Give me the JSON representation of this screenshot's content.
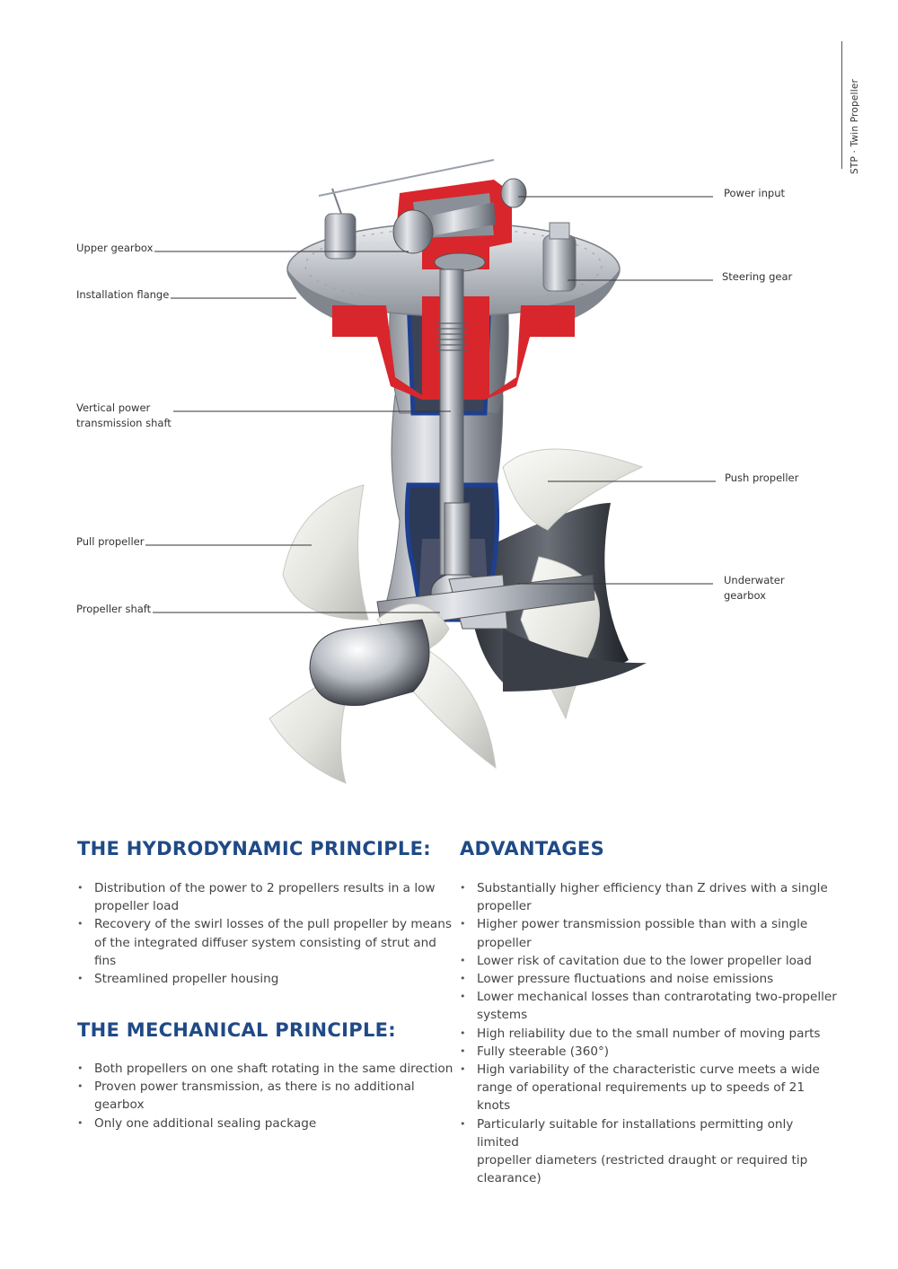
{
  "side_tab": "STP · Twin Propeller",
  "callouts": {
    "power_input": "Power input",
    "steering_gear": "Steering gear",
    "upper_gearbox": "Upper gearbox",
    "installation_flange": "Installation flange",
    "vertical_shaft_1": "Vertical power",
    "vertical_shaft_2": "transmission shaft",
    "push_propeller": "Push propeller",
    "pull_propeller": "Pull propeller",
    "underwater_gearbox_1": "Underwater",
    "underwater_gearbox_2": "gearbox",
    "propeller_shaft": "Propeller shaft"
  },
  "hydrodynamic": {
    "title": "THE HYDRODYNAMIC PRINCIPLE:",
    "items": [
      [
        "Distribution of the power to 2 propellers results in a low",
        "propeller load"
      ],
      [
        "Recovery of the swirl losses of the pull propeller by means",
        "of the integrated diffuser system consisting of strut and fins"
      ],
      [
        "Streamlined propeller housing"
      ]
    ]
  },
  "mechanical": {
    "title": "THE MECHANICAL PRINCIPLE:",
    "items": [
      [
        "Both propellers on one shaft rotating in the same direction"
      ],
      [
        "Proven power transmission, as there is no additional gearbox"
      ],
      [
        "Only one additional sealing package"
      ]
    ]
  },
  "advantages": {
    "title": "ADVANTAGES",
    "items": [
      [
        "Substantially higher efficiency than Z drives with a single",
        "propeller"
      ],
      [
        "Higher power transmission possible than with a single",
        "propeller"
      ],
      [
        "Lower risk of cavitation due to the lower propeller load"
      ],
      [
        "Lower pressure fluctuations and noise emissions"
      ],
      [
        "Lower mechanical losses than contrarotating two-propeller",
        "systems"
      ],
      [
        "High reliability due to the small number of moving parts"
      ],
      [
        "Fully steerable (360°)"
      ],
      [
        "High variability of the characteristic curve meets a wide",
        "range of operational requirements up to speeds of 21 knots"
      ],
      [
        "Particularly suitable for installations permitting only limited",
        "propeller diameters (restricted draught or required tip",
        "clearance)"
      ]
    ]
  },
  "colors": {
    "heading": "#1f4a86",
    "cutaway_red": "#d8262c",
    "cutaway_blue": "#1e3f8f"
  }
}
